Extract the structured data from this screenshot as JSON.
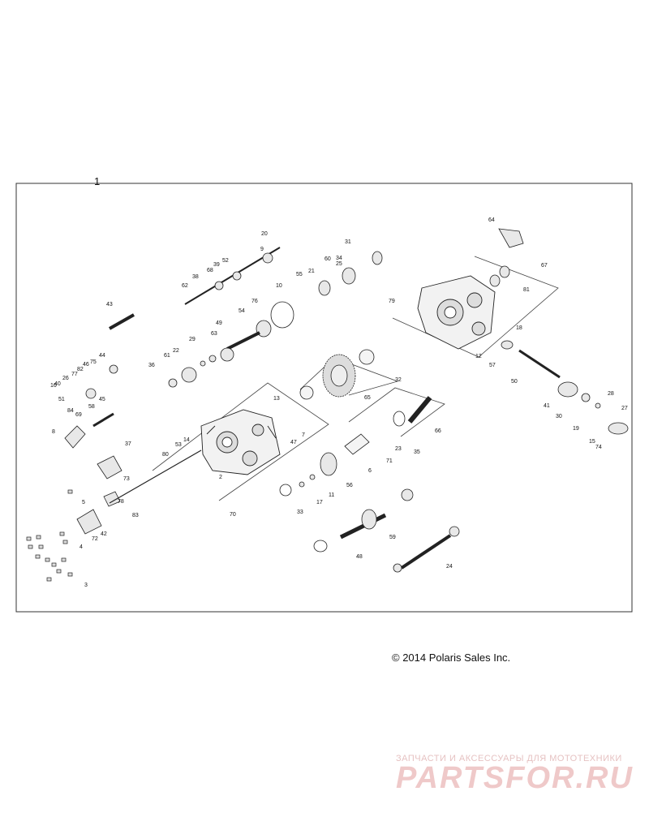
{
  "diagram": {
    "assembly_ref": "1",
    "copyright": "© 2014 Polaris Sales Inc.",
    "callouts": [
      "2",
      "3",
      "4",
      "5",
      "6",
      "7",
      "8",
      "9",
      "10",
      "11",
      "12",
      "13",
      "14",
      "15",
      "16",
      "17",
      "18",
      "19",
      "20",
      "21",
      "22",
      "23",
      "24",
      "25",
      "26",
      "27",
      "28",
      "29",
      "30",
      "31",
      "32",
      "33",
      "34",
      "35",
      "36",
      "37",
      "38",
      "39",
      "40",
      "41",
      "42",
      "43",
      "44",
      "45",
      "46",
      "47",
      "48",
      "49",
      "50",
      "51",
      "52",
      "53",
      "54",
      "55",
      "56",
      "57",
      "58",
      "59",
      "60",
      "61",
      "62",
      "63",
      "64",
      "65",
      "66",
      "67",
      "68",
      "69",
      "70",
      "71",
      "72",
      "73",
      "74",
      "75",
      "76",
      "77",
      "78",
      "79",
      "80",
      "81",
      "82",
      "83",
      "84"
    ]
  },
  "watermark": {
    "tagline": "ЗАПЧАСТИ И АКСЕССУАРЫ ДЛЯ МОТОТЕХНИКИ",
    "logo_text": "PARTSFOR.RU"
  }
}
